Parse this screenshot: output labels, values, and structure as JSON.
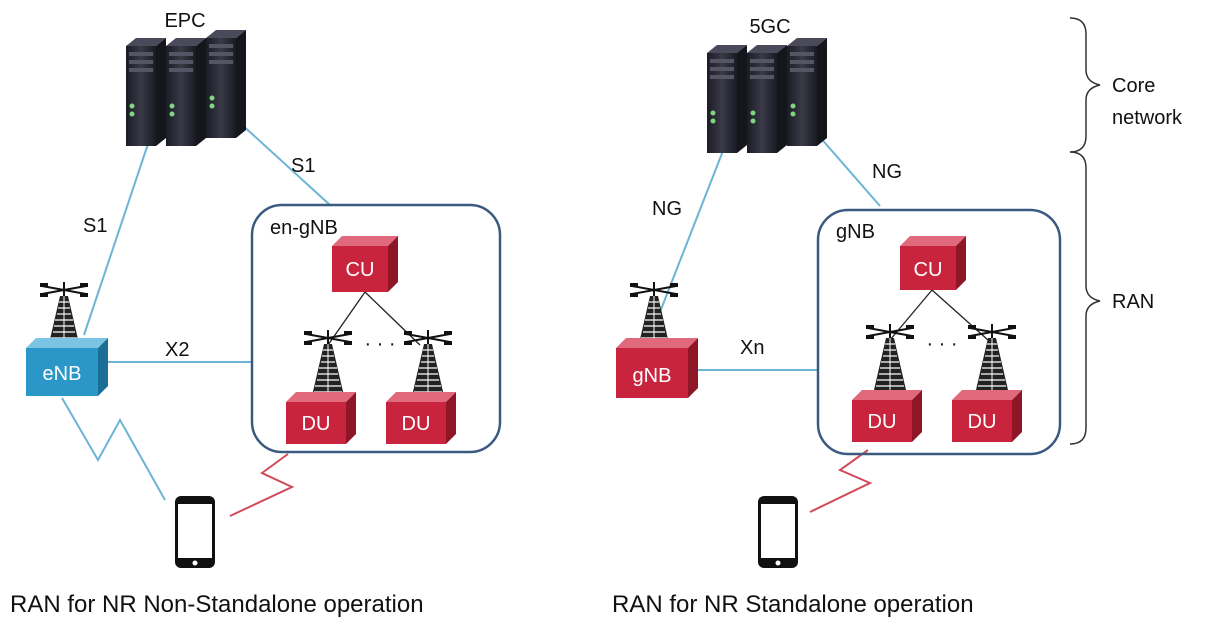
{
  "colors": {
    "link": "#6cb4d6",
    "red_node": "#c8243d",
    "blue_node": "#2b97c8",
    "server": "#2a2a35",
    "frame": "#3c5a80"
  },
  "icons": [
    "server-icon",
    "antenna-tower-icon",
    "smartphone-icon"
  ],
  "left": {
    "core_label": "EPC",
    "link_s1_left": "S1",
    "link_s1_right": "S1",
    "gnb_group_label": "en-gNB",
    "cu_label": "CU",
    "du1_label": "DU",
    "du2_label": "DU",
    "dots": "· · ·",
    "x2_label": "X2",
    "enb_label": "eNB",
    "caption": "RAN for NR Non-Standalone operation"
  },
  "right": {
    "core_label": "5GC",
    "link_ng_left": "NG",
    "link_ng_right": "NG",
    "gnb_group_label": "gNB",
    "cu_label": "CU",
    "du1_label": "DU",
    "du2_label": "DU",
    "dots": "· · ·",
    "xn_label": "Xn",
    "gnb_label": "gNB",
    "caption": "RAN for NR Standalone operation"
  },
  "brackets": {
    "core_label_line1": "Core",
    "core_label_line2": "network",
    "ran_label": "RAN"
  }
}
